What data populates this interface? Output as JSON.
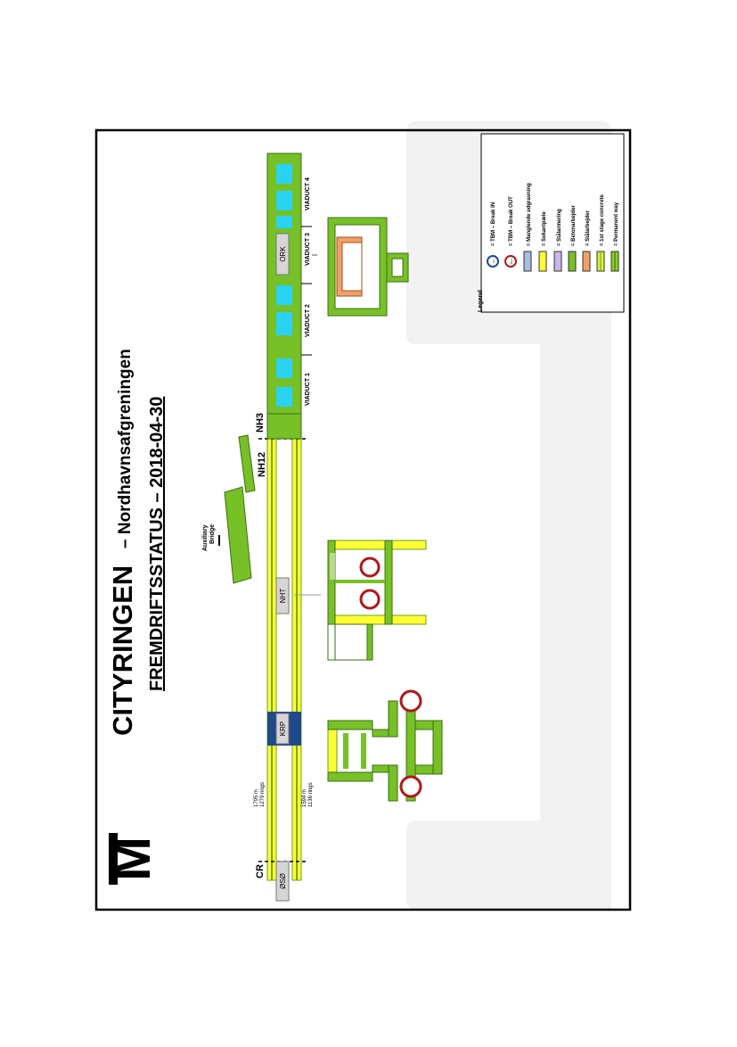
{
  "title": {
    "main": "CITYRINGEN",
    "sub": "– Nordhavnsafgreningen",
    "status": "FREMDRIFTSSTATUS  – 2018-04-30"
  },
  "logo": {
    "letter": "M"
  },
  "labels": {
    "cr": "CR",
    "nh12": "NH12",
    "nh3": "NH3",
    "dist_top": "1795 m",
    "rings_top": "1279 rings",
    "dist_bottom": "1594 m",
    "rings_bottom": "1136 rings",
    "aux_bridge_1": "Auxiliary",
    "aux_bridge_2": "Bridge"
  },
  "stations": {
    "oso": "ØSØ",
    "krp": "KRP",
    "nht": "NHT",
    "ork": "ORK"
  },
  "viaducts": [
    "VIADUCT 1",
    "VIADUCT 2",
    "VIADUCT 3",
    "VIADUCT 4"
  ],
  "legend": {
    "title": "Legend",
    "items": [
      {
        "label": "= TBM – Break IN",
        "icon": "in-circle-icon",
        "glyph": "IN"
      },
      {
        "label": "= TBM – Break   OUT",
        "icon": "out-circle-icon",
        "glyph": "OUT"
      },
      {
        "label": "= Manglende udgravning",
        "icon": "swatch-blue-grey",
        "color": "#a9bde0"
      },
      {
        "label": "= Sekantpæle",
        "icon": "swatch-yellow",
        "color": "#ffff33"
      },
      {
        "label": "= Stålarmering",
        "icon": "swatch-lilac",
        "color": "#c8b8e6"
      },
      {
        "label": "= Betonarbejder",
        "icon": "swatch-green",
        "color": "#77c027"
      },
      {
        "label": "= Stålarbejder",
        "icon": "swatch-orange",
        "color": "#f0a068"
      },
      {
        "label": "= 1st stage concrete",
        "icon": "swatch-yellow-green",
        "color": "#d8f040"
      },
      {
        "label": "= Permanent way",
        "icon": "swatch-permanent-way",
        "color": "#8ed021"
      }
    ]
  },
  "colors": {
    "green": "#77c027",
    "yellow": "#ffff33",
    "cyan": "#29d2f2",
    "navy": "#1f4a8c",
    "orange": "#f0a068",
    "grey": "#d6d6d6",
    "ring": "#b01818"
  }
}
